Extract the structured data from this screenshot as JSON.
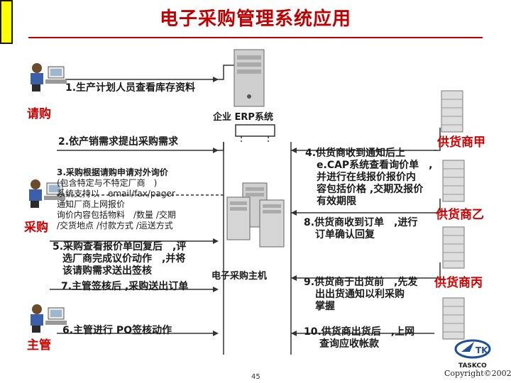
{
  "title": "电子采购管理系统应用",
  "roles": {
    "requester": "请购",
    "purchasing": "采购",
    "supervisor": "主管"
  },
  "servers": {
    "erp": "企业 ERP系统",
    "eproc": "电子采购主机"
  },
  "vendors": {
    "a": "供货商甲",
    "b": "供货商乙",
    "c": "供货商丙"
  },
  "steps": {
    "s1": "1.生产计划人员查看库存资料",
    "s2": "2.依产销需求提出采购需求",
    "s3_line1": "3.采购根据请购申请对外询价",
    "s3_line2": "(包含特定与不特定厂商　)",
    "s3_line3": "系统支持以　email/fax/pager",
    "s3_line4": "通知厂商上网报价",
    "s3_line5": "询价内容包括物料　/数量 /交期",
    "s3_line6": "/交货地点 /付款方式 /运送方式",
    "s4_line1": "4.供货商收到通知后上",
    "s4_line2": "e.CAP系统查看询价单　,",
    "s4_line3": "并进行在线报价报价内",
    "s4_line4": "容包括价格 ,交期及报价",
    "s4_line5": "有效期限",
    "s5_line1": "5.采购查看报价单回复后　,评",
    "s5_line2": "选厂商完成议价动作　,并将",
    "s5_line3": "该请购需求送出签核",
    "s6": "6.主管进行 PO签核动作",
    "s7": "7.主管签核后 ,采购送出订单",
    "s8_line1": "8.供货商收到订单　,进行",
    "s8_line2": "订单确认回复",
    "s9_line1": "9.供货商于出货前　,先发",
    "s9_line2": "出出货通知以利采购",
    "s9_line3": "掌握",
    "s10_line1": "10.供货商出货后　,上网",
    "s10_line2": "查询应收帐款"
  },
  "logo": {
    "brand": "TASKCO",
    "mark": "TK"
  },
  "page_number": "45",
  "copyright": "Copyright©2002",
  "colors": {
    "accent_red": "#d00000",
    "title_red": "#c00000",
    "logo_blue": "#1f4e9c"
  },
  "icons": [
    "person-at-computer-icon",
    "server-tower-icon",
    "vendor-building-icon",
    "taskco-logo-icon"
  ]
}
